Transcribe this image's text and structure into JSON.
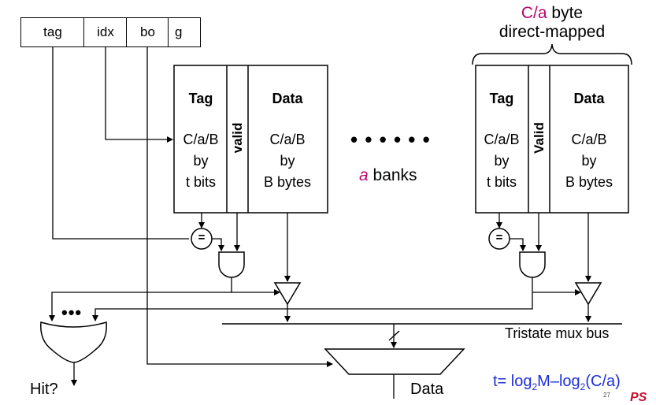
{
  "address": {
    "fields": [
      "tag",
      "idx",
      "bo",
      "g"
    ]
  },
  "bank_left": {
    "tag_header": "Tag",
    "tag_lines": [
      "C/a/B",
      "by",
      "t bits"
    ],
    "valid_label": "valid",
    "data_header": "Data",
    "data_lines": [
      "C/a/B",
      "by",
      "B bytes"
    ]
  },
  "bank_right": {
    "tag_header": "Tag",
    "tag_lines": [
      "C/a/B",
      "by",
      "t bits"
    ],
    "valid_label": "Valid",
    "data_header": "Data",
    "data_lines": [
      "C/a/B",
      "by",
      "B bytes"
    ]
  },
  "brace_label": {
    "var": "C/a",
    "rest": " byte",
    "line2": "direct-mapped"
  },
  "banks_label": {
    "var": "a",
    "rest": " banks"
  },
  "dots": "• • • • • •",
  "compare_symbol": "=",
  "or_dots": "•••",
  "bus_label": "Tristate mux bus",
  "hit_label": "Hit?",
  "data_out_label": "Data",
  "formula": {
    "prefix": "t= log",
    "sub1": "2",
    "mid": "M–log",
    "sub2": "2",
    "suffix": "(C/a)"
  },
  "page_number": "27",
  "logo_text": "PS"
}
